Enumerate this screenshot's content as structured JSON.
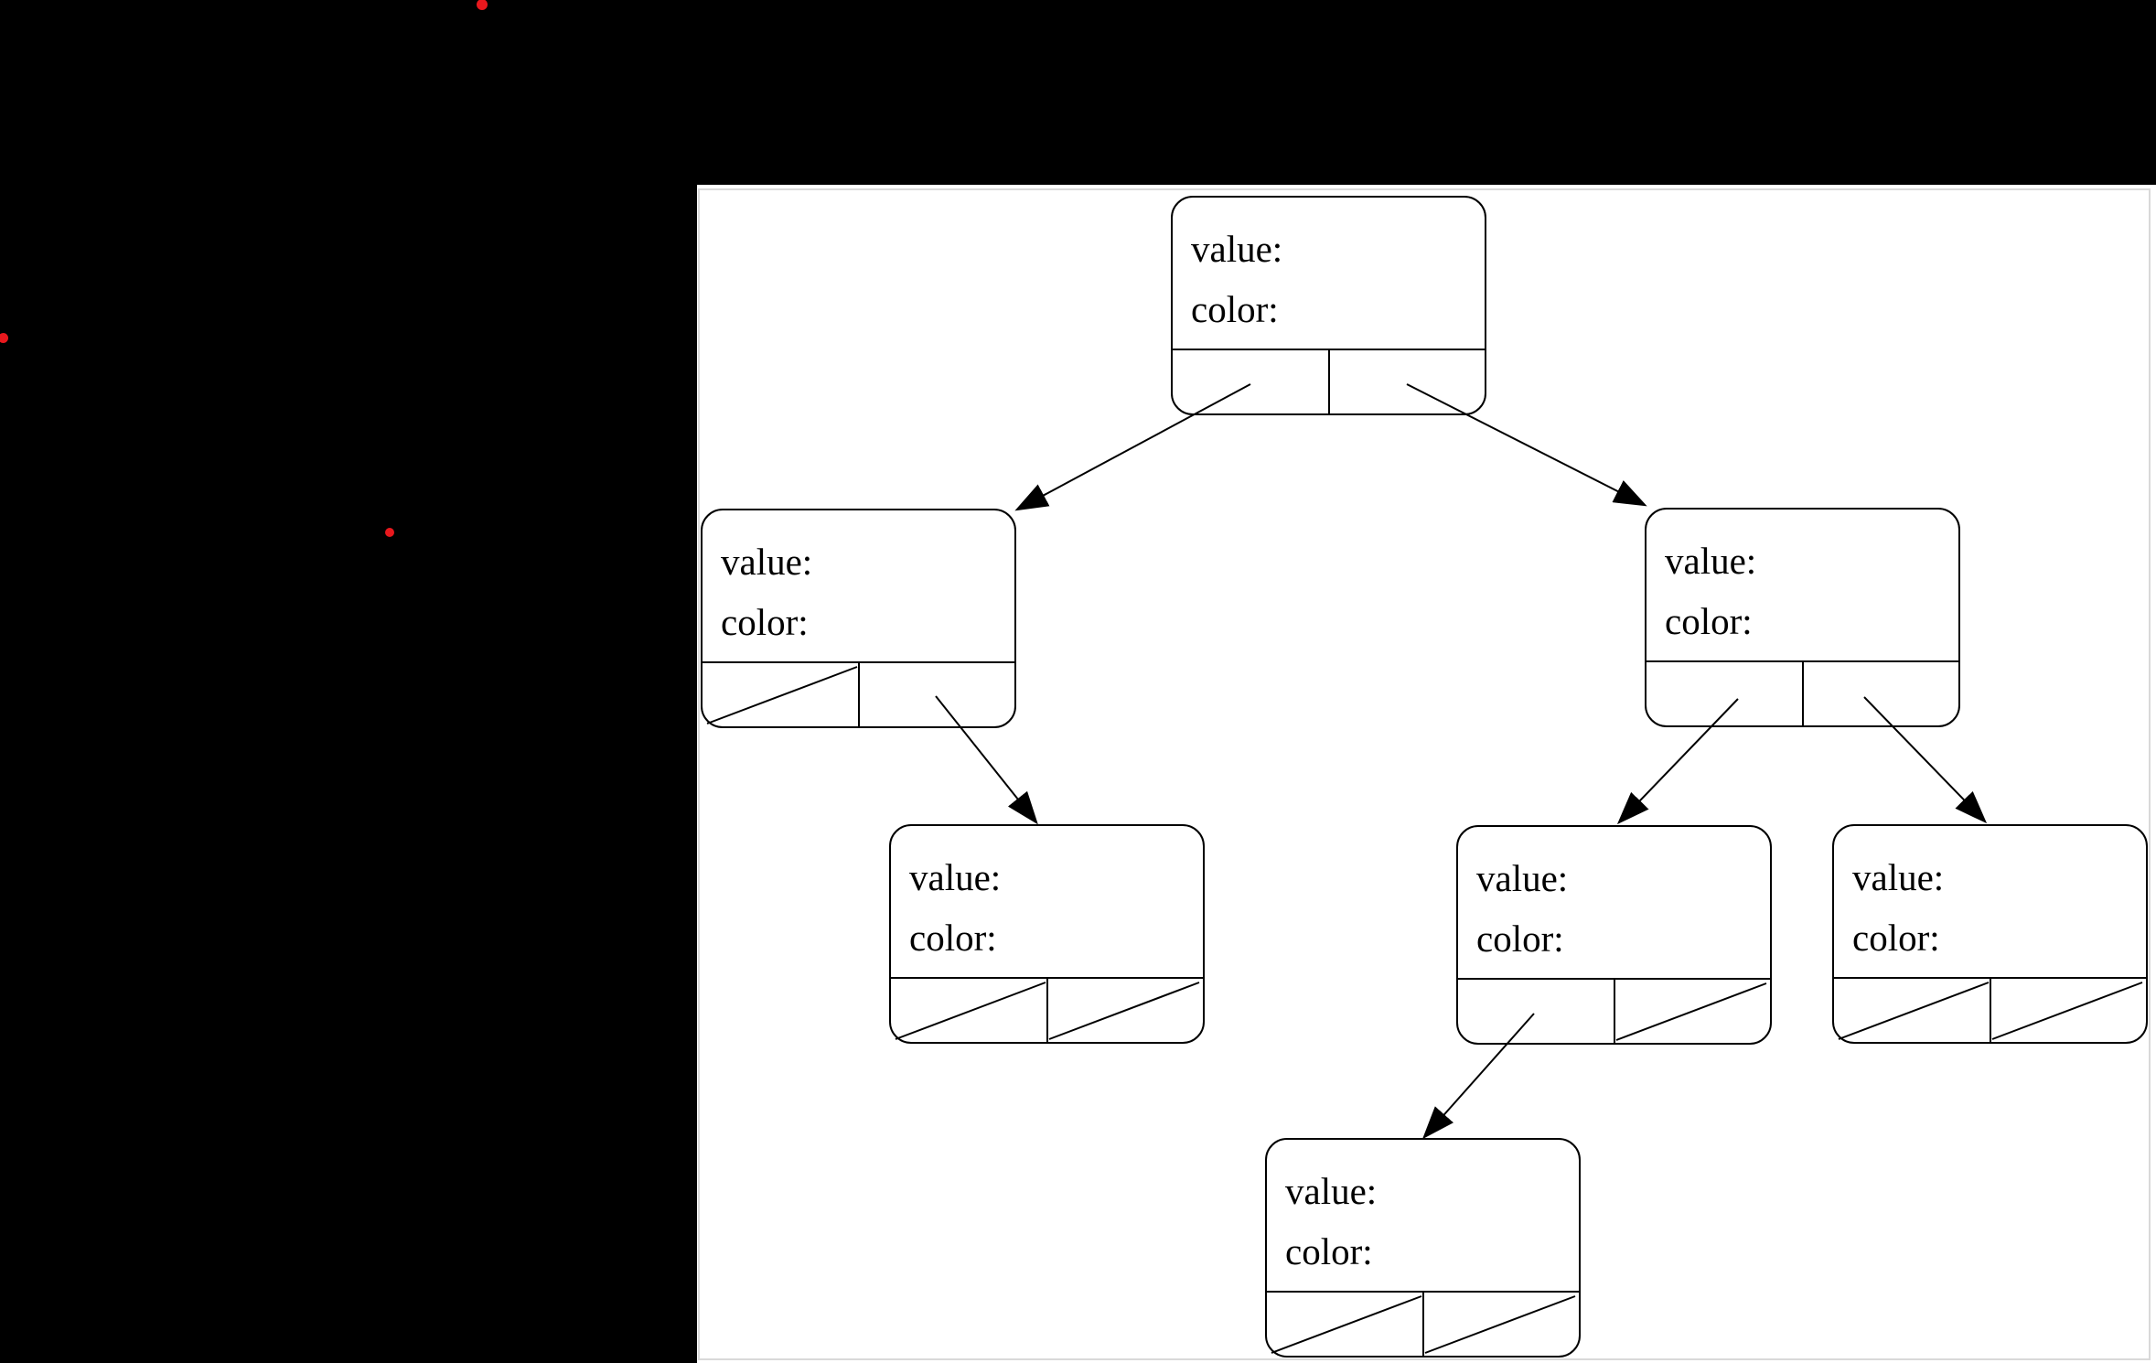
{
  "page": {
    "background": "#000000"
  },
  "panel": {
    "background": "#ffffff",
    "frame_color": "#d9d9d9"
  },
  "decorations": {
    "dot_color": "#e8181d"
  },
  "tree": {
    "edge_color": "#000000",
    "nodes": [
      {
        "name": "root",
        "value_label": "value:",
        "color_label": "color:",
        "left_pointer": "child",
        "right_pointer": "child"
      },
      {
        "name": "left-child",
        "value_label": "value:",
        "color_label": "color:",
        "left_pointer": "null",
        "right_pointer": "child"
      },
      {
        "name": "right-child",
        "value_label": "value:",
        "color_label": "color:",
        "left_pointer": "child",
        "right_pointer": "child"
      },
      {
        "name": "left-grandchild",
        "value_label": "value:",
        "color_label": "color:",
        "left_pointer": "null",
        "right_pointer": "null"
      },
      {
        "name": "middle-grandchild",
        "value_label": "value:",
        "color_label": "color:",
        "left_pointer": "child",
        "right_pointer": "null"
      },
      {
        "name": "right-grandchild",
        "value_label": "value:",
        "color_label": "color:",
        "left_pointer": "null",
        "right_pointer": "null"
      },
      {
        "name": "great-grandchild",
        "value_label": "value:",
        "color_label": "color:",
        "left_pointer": "null",
        "right_pointer": "null"
      }
    ]
  }
}
